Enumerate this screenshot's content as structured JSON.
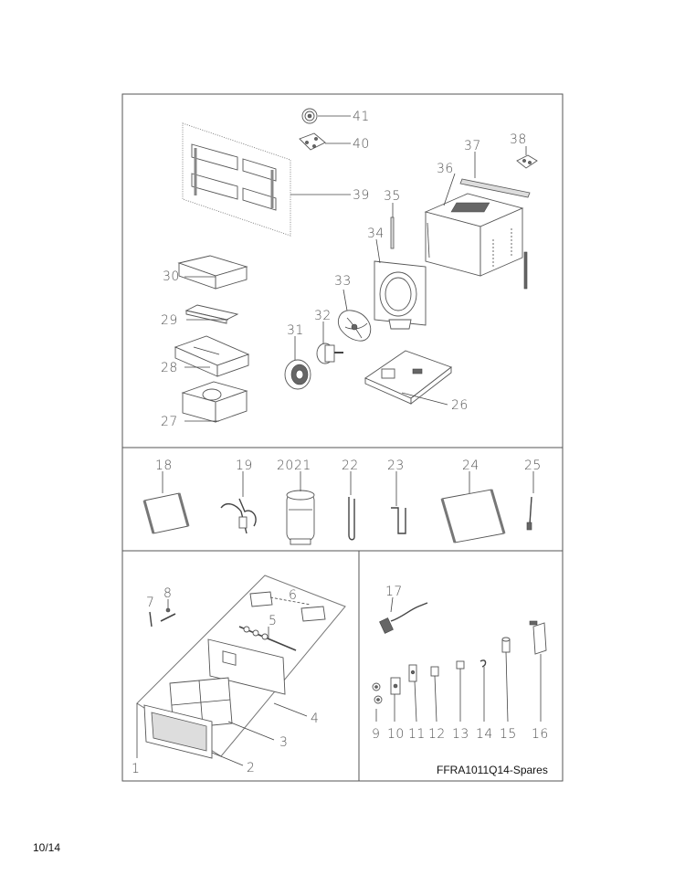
{
  "model_label": "FFRA1011Q14-Spares",
  "page_number": "10/14",
  "callouts": {
    "n1": "1",
    "n2": "2",
    "n3": "3",
    "n4": "4",
    "n5": "5",
    "n6": "6",
    "n7": "7",
    "n8": "8",
    "n9": "9",
    "n10": "10",
    "n11": "11",
    "n12": "12",
    "n13": "13",
    "n14": "14",
    "n15": "15",
    "n16": "16",
    "n17": "17",
    "n18": "18",
    "n19": "19",
    "n20": "20",
    "n21": "21",
    "n22": "22",
    "n23": "23",
    "n24": "24",
    "n25": "25",
    "n26": "26",
    "n27": "27",
    "n28": "28",
    "n29": "29",
    "n30": "30",
    "n31": "31",
    "n32": "32",
    "n33": "33",
    "n34": "34",
    "n35": "35",
    "n36": "36",
    "n37": "37",
    "n38": "38",
    "n39": "39",
    "n40": "40",
    "n41": "41"
  }
}
